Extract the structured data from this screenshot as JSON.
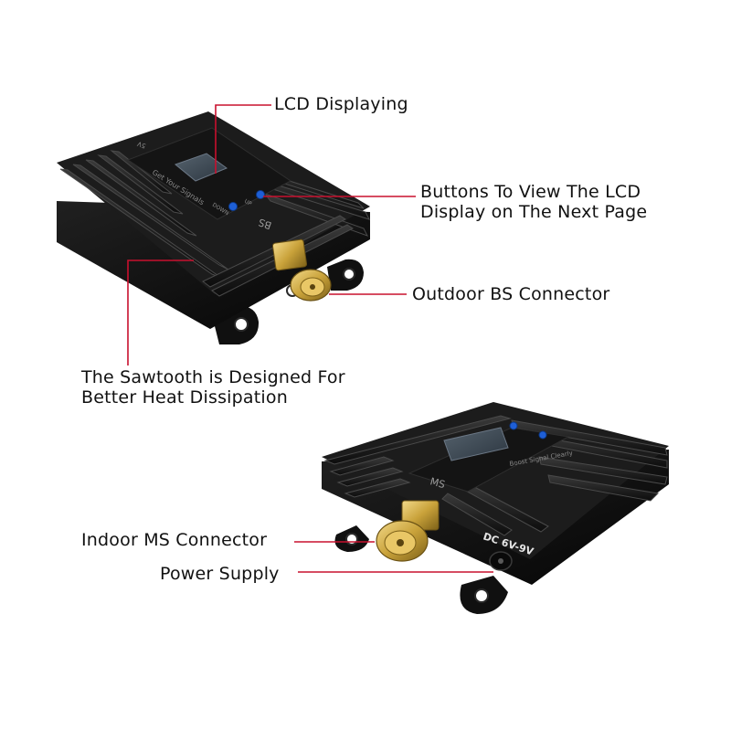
{
  "callouts": {
    "lcd": "LCD Displaying",
    "buttons_line1": "Buttons To View The LCD",
    "buttons_line2": "Display on The Next Page",
    "outdoor": "Outdoor BS Connector",
    "sawtooth_line1": "The Sawtooth is Designed For",
    "sawtooth_line2": "Better Heat Dissipation",
    "indoor": "Indoor MS Connector",
    "power": "Power Supply"
  },
  "device_top": {
    "brand": "Get Your Signals",
    "port_label": "BS",
    "up_button": "UP",
    "down_button": "DOWN",
    "power_mark": "5V"
  },
  "device_bottom": {
    "brand": "Boost Signal Clearly",
    "port_label": "MS",
    "dc_label": "DC 6V-9V"
  },
  "colors": {
    "leader": "#c8102e",
    "housing": "#141414",
    "lcd": "#3d4a56",
    "button": "#1e5fd6",
    "connector": "#c9a23a"
  }
}
